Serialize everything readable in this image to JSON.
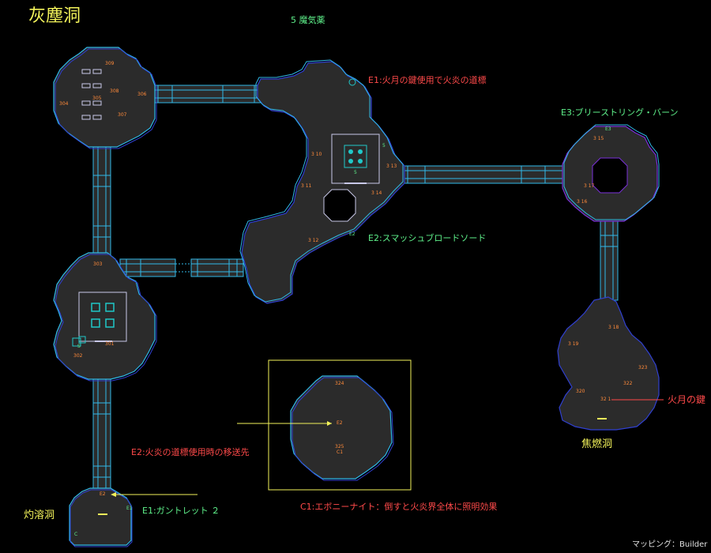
{
  "map_title": "灰塵洞",
  "item_note": "5  魔気薬",
  "areas": {
    "shakuyo": "灼溶洞",
    "shonen": "焦燃洞"
  },
  "events": {
    "e1_top": "E1:火月の鍵使用で火炎の道標",
    "e3": "E3:ブリーストリング・バーン",
    "e2_right": "E2:スマッシュブロードソード",
    "e2_dest": "E2:火炎の道標使用時の移送先",
    "e1_bottom": "E1:ガントレット ２",
    "c1": "C1:エボニーナイト：倒すと火炎界全体に照明効果",
    "key": "火月の鍵"
  },
  "credit": "マッピング：Builder",
  "room_numbers": {
    "r301": "301",
    "r302": "302",
    "r303": "303",
    "r304": "304",
    "r305": "305",
    "r306": "306",
    "r307": "307",
    "r308": "308",
    "r309": "309",
    "r310": "3 10",
    "r311": "3 11",
    "r312": "3 12",
    "r313": "3 13",
    "r314": "3 14",
    "r315": "3 15",
    "r316": "3 16",
    "r317": "3 17",
    "r318": "3 18",
    "r319": "3 19",
    "r320": "320",
    "r321": "32 1",
    "r322": "322",
    "r323": "323",
    "r324": "324",
    "r325": "325"
  },
  "marks": {
    "s5a": "5",
    "s5b": "5",
    "e2a": "E2",
    "e2b": "E2",
    "e2c": "E2",
    "e3": "E3",
    "e1": "E1",
    "c1": "C1",
    "c": "C",
    "s": "S"
  },
  "colors": {
    "floor": "#2b2b2b",
    "wall_cyan": "#30b8e8",
    "wall_blue": "#3040d0",
    "wall_purple": "#7a30d8",
    "room_line": "#b8b8e8",
    "pillar": "#20c8c8",
    "title_yellow": "#f2f25a",
    "event_red": "#ff4a4a",
    "event_green": "#5ef08a",
    "room_number_orange": "#ff8a3a"
  }
}
